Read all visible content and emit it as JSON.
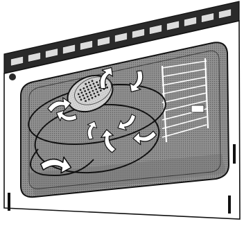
{
  "diagram": {
    "subject": "oven-cavity-fan-airflow",
    "colors": {
      "outline": "#111111",
      "vent_dark": "#2a2a2a",
      "vent_light": "#dcdcdc",
      "cavity_fill": "#7f7f7f",
      "cavity_floor": "#8c8c8c",
      "fan_cover": "#cfcfcf",
      "arrow_fill": "#ffffff",
      "frame_fill": "#ffffff"
    },
    "icons": {
      "fan": "fan-cover-icon",
      "arrow": "airflow-arrow-icon",
      "rack": "wire-rack-icon",
      "hinge": "hinge-slot-icon"
    },
    "airflow_arrow_count": 9,
    "rack_rung_count": 9,
    "vent_slot_count": 13,
    "fan_hole_count": 42
  }
}
